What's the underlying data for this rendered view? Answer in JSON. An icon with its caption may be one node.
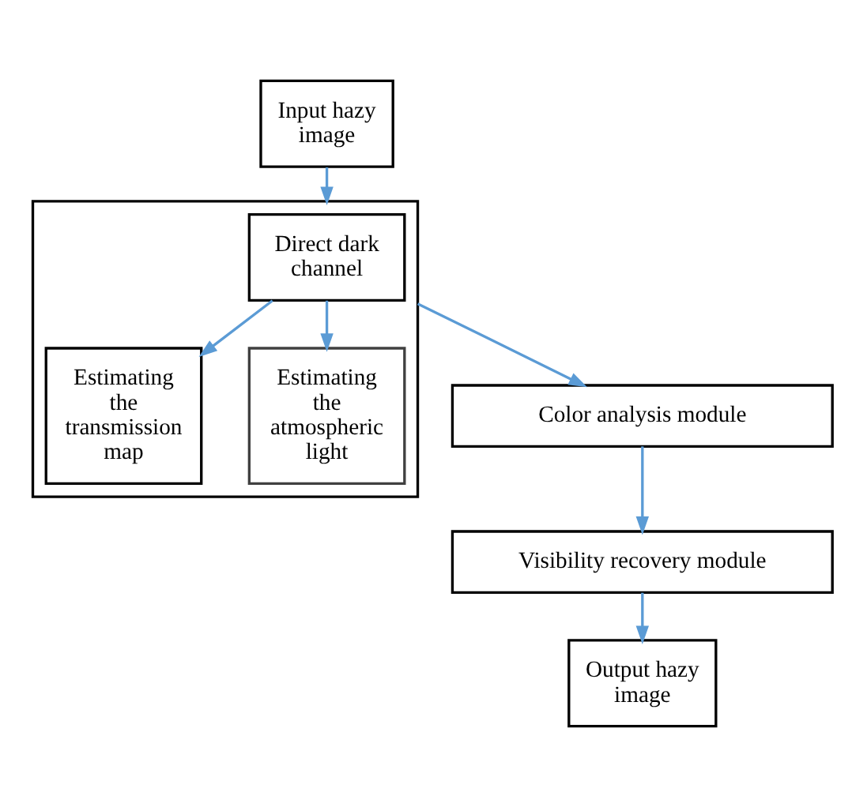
{
  "diagram": {
    "nodes": [
      {
        "text": [
          "Input hazy image"
        ]
      },
      {
        "text": [],
        "shape": "box"
      },
      {
        "text": [
          "Direct dark channel"
        ],
        "in": 1
      },
      {
        "text": [
          "Estimating the transmission map"
        ],
        "in": 1
      },
      {
        "text": [
          "Estimating the atmospheric light"
        ],
        "in": 1
      },
      {
        "text": [
          "Color analysis module"
        ]
      },
      {
        "text": [
          "Visibility recovery module"
        ]
      },
      {
        "text": [
          "Output hazy image"
        ]
      }
    ],
    "edges": [
      {
        "from": 0,
        "to": 1,
        "arrow": "to"
      },
      {
        "from": 2,
        "to": 4,
        "arrow": "to"
      },
      {
        "from": 2,
        "to": 3,
        "arrow": "to"
      },
      {
        "from": 1,
        "to": 5,
        "arrow": "to"
      },
      {
        "from": 5,
        "to": 6,
        "arrow": "to"
      },
      {
        "from": 6,
        "to": 7,
        "arrow": "to"
      }
    ]
  }
}
